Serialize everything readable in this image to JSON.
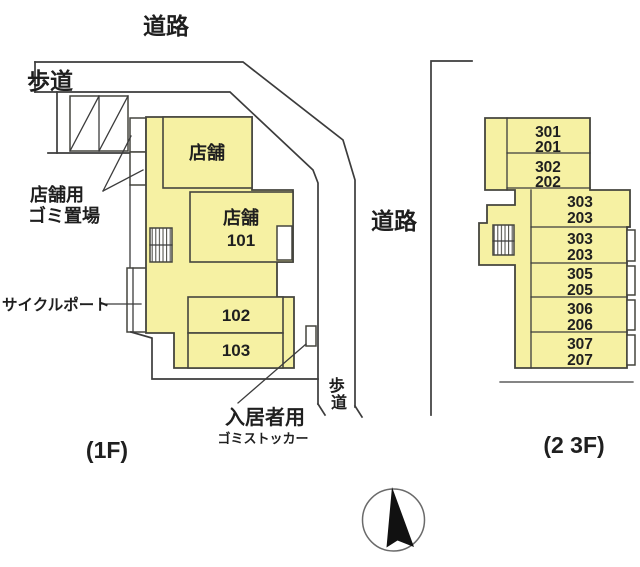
{
  "plan": {
    "roads": {
      "top": "道路",
      "right": "道路"
    },
    "sidewalks": {
      "top": "歩道",
      "right_vertical": [
        "歩",
        "道"
      ]
    },
    "floor_labels": {
      "first": "(1F)",
      "upper": "(2 3F)"
    },
    "building_1f": {
      "shop_top": "店舗",
      "shop_101": [
        "店舗",
        "101"
      ],
      "room_102": "102",
      "room_103": "103"
    },
    "building_23f": {
      "rooms": [
        [
          "301",
          "201"
        ],
        [
          "302",
          "202"
        ],
        [
          "303",
          "203"
        ],
        [
          "303",
          "203"
        ],
        [
          "305",
          "205"
        ],
        [
          "306",
          "206"
        ],
        [
          "307",
          "207"
        ]
      ]
    },
    "annotations": {
      "shop_garbage": [
        "店舗用",
        "ゴミ置場"
      ],
      "cycle_port": "サイクルポート",
      "resident_garbage": [
        "入居者用",
        "ゴミストッカー"
      ]
    },
    "colors": {
      "building_fill": "#f6f1a3",
      "line": "#3c3c3c",
      "text": "#1f1f1f"
    }
  }
}
